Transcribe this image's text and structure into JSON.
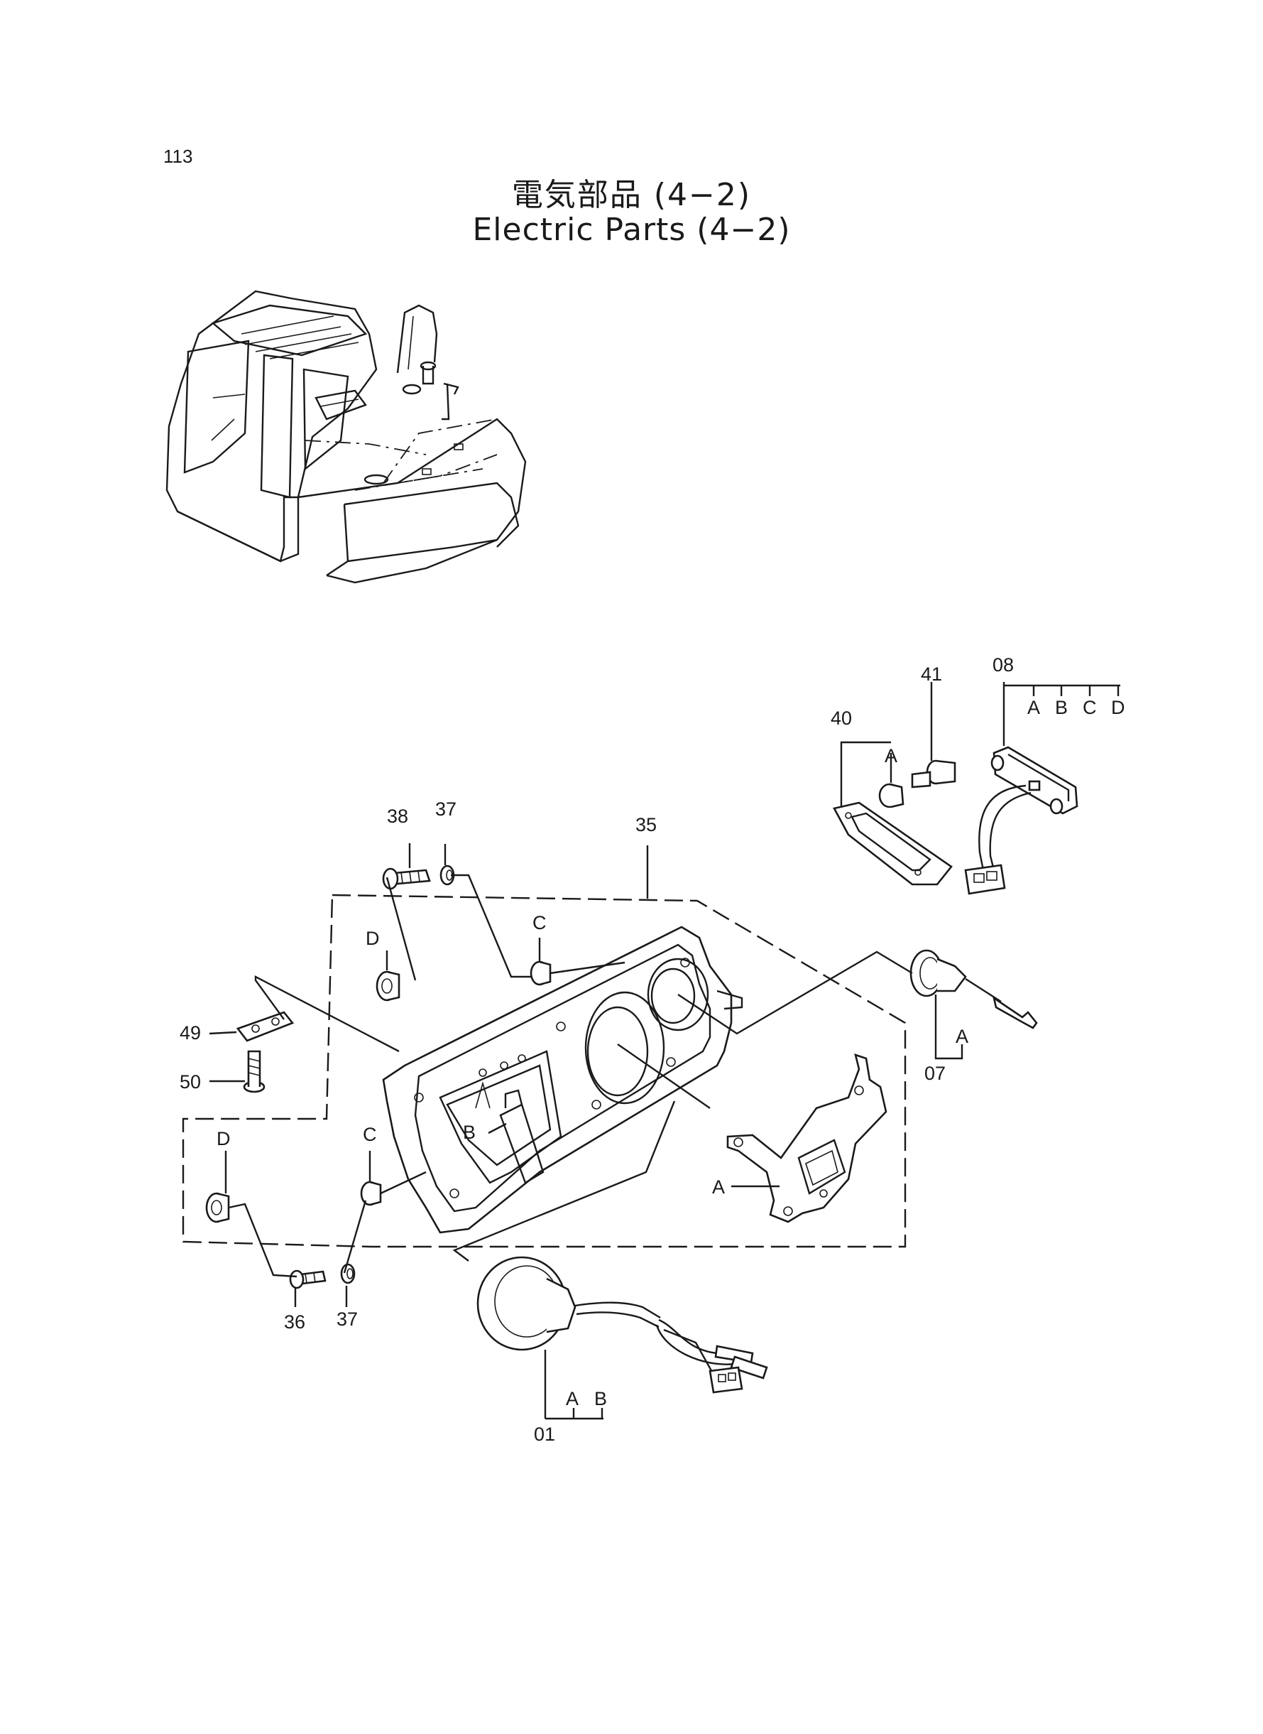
{
  "page_number": "113",
  "title_ja": "電気部品 (4−2)",
  "title_en": "Electric Parts (4−2)",
  "callouts": {
    "p01": "01",
    "p07": "07",
    "p08": "08",
    "p35": "35",
    "p36": "36",
    "p37a": "37",
    "p37b": "37",
    "p38": "38",
    "p40": "40",
    "p41": "41",
    "p49": "49",
    "p50": "50"
  },
  "variants": {
    "p01": [
      "A",
      "B"
    ],
    "p07": [
      "A"
    ],
    "p08": [
      "A",
      "B",
      "C",
      "D"
    ],
    "p40": [
      "A"
    ]
  },
  "refs": {
    "c_upper": "C",
    "c_lower": "C",
    "d_upper": "D",
    "d_lower": "D",
    "b_panel": "B",
    "a_bracket": "A"
  }
}
